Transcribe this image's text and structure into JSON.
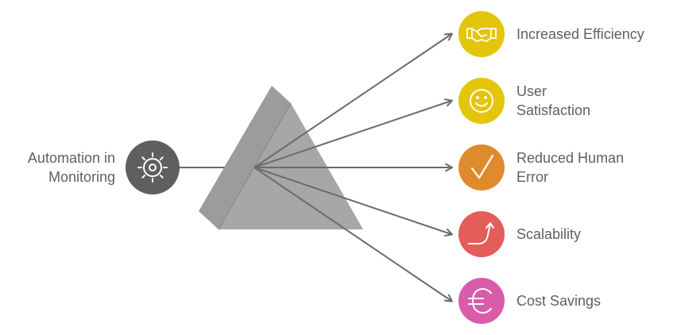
{
  "source": {
    "label_line1": "Automation in",
    "label_line2": "Monitoring",
    "icon": "gear-icon",
    "color": "#5f5f5f"
  },
  "prism_color": "#a5a5a5",
  "ray_color": "#6b6b6b",
  "outcomes": [
    {
      "label_line1": "Increased Efficiency",
      "label_line2": "",
      "icon": "handshake-icon",
      "color": "#e3c50a"
    },
    {
      "label_line1": "User",
      "label_line2": "Satisfaction",
      "icon": "smiley-icon",
      "color": "#e3c50a"
    },
    {
      "label_line1": "Reduced Human",
      "label_line2": "Error",
      "icon": "checkmark-icon",
      "color": "#e08a2e"
    },
    {
      "label_line1": "Scalability",
      "label_line2": "",
      "icon": "growth-arrow-icon",
      "color": "#e35d5a"
    },
    {
      "label_line1": "Cost Savings",
      "label_line2": "",
      "icon": "euro-icon",
      "color": "#d95cab"
    }
  ]
}
